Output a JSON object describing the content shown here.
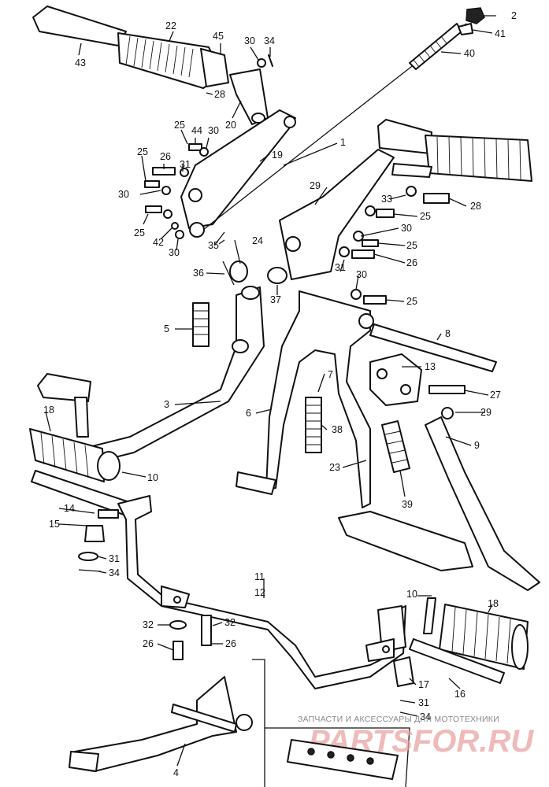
{
  "callouts": [
    {
      "id": "c2",
      "text": "2"
    },
    {
      "id": "c41",
      "text": "41"
    },
    {
      "id": "c40",
      "text": "40"
    },
    {
      "id": "c43",
      "text": "43"
    },
    {
      "id": "c22",
      "text": "22"
    },
    {
      "id": "c45",
      "text": "45"
    },
    {
      "id": "c30a",
      "text": "30"
    },
    {
      "id": "c34a",
      "text": "34"
    },
    {
      "id": "c28a",
      "text": "28"
    },
    {
      "id": "c20",
      "text": "20"
    },
    {
      "id": "c25a",
      "text": "25"
    },
    {
      "id": "c44",
      "text": "44"
    },
    {
      "id": "c30b",
      "text": "30"
    },
    {
      "id": "c1",
      "text": "1"
    },
    {
      "id": "c19",
      "text": "19"
    },
    {
      "id": "c25b",
      "text": "25"
    },
    {
      "id": "c26a",
      "text": "26"
    },
    {
      "id": "c31a",
      "text": "31"
    },
    {
      "id": "c30c",
      "text": "30"
    },
    {
      "id": "c25c",
      "text": "25"
    },
    {
      "id": "c42",
      "text": "42"
    },
    {
      "id": "c30d",
      "text": "30"
    },
    {
      "id": "c29a",
      "text": "29"
    },
    {
      "id": "c33",
      "text": "33"
    },
    {
      "id": "c28b",
      "text": "28"
    },
    {
      "id": "c25d",
      "text": "25"
    },
    {
      "id": "c30e",
      "text": "30"
    },
    {
      "id": "c25e",
      "text": "25"
    },
    {
      "id": "c26b",
      "text": "26"
    },
    {
      "id": "c35",
      "text": "35"
    },
    {
      "id": "c24",
      "text": "24"
    },
    {
      "id": "c36",
      "text": "36"
    },
    {
      "id": "c31b",
      "text": "31"
    },
    {
      "id": "c30f",
      "text": "30"
    },
    {
      "id": "c37",
      "text": "37"
    },
    {
      "id": "c25f",
      "text": "25"
    },
    {
      "id": "c5",
      "text": "5"
    },
    {
      "id": "c8",
      "text": "8"
    },
    {
      "id": "c13",
      "text": "13"
    },
    {
      "id": "c7",
      "text": "7"
    },
    {
      "id": "c3",
      "text": "3"
    },
    {
      "id": "c27",
      "text": "27"
    },
    {
      "id": "c18a",
      "text": "18"
    },
    {
      "id": "c6",
      "text": "6"
    },
    {
      "id": "c29b",
      "text": "29"
    },
    {
      "id": "c38",
      "text": "38"
    },
    {
      "id": "c9",
      "text": "9"
    },
    {
      "id": "c10a",
      "text": "10"
    },
    {
      "id": "c23",
      "text": "23"
    },
    {
      "id": "c39",
      "text": "39"
    },
    {
      "id": "c14",
      "text": "14"
    },
    {
      "id": "c15",
      "text": "15"
    },
    {
      "id": "c31c",
      "text": "31"
    },
    {
      "id": "c34b",
      "text": "34"
    },
    {
      "id": "c11",
      "text": "11"
    },
    {
      "id": "c12",
      "text": "12"
    },
    {
      "id": "c10b",
      "text": "10"
    },
    {
      "id": "c18b",
      "text": "18"
    },
    {
      "id": "c32a",
      "text": "32"
    },
    {
      "id": "c32b",
      "text": "32"
    },
    {
      "id": "c26c",
      "text": "26"
    },
    {
      "id": "c26d",
      "text": "26"
    },
    {
      "id": "c17",
      "text": "17"
    },
    {
      "id": "c16",
      "text": "16"
    },
    {
      "id": "c31d",
      "text": "31"
    },
    {
      "id": "c34c",
      "text": "34"
    },
    {
      "id": "c4",
      "text": "4"
    }
  ],
  "watermark": {
    "text": "ЗАПЧАСТИ И АКСЕССУАРЫ ДЛЯ МОТОТЕХНИКИ",
    "logo": "PARTSFOR.RU"
  }
}
